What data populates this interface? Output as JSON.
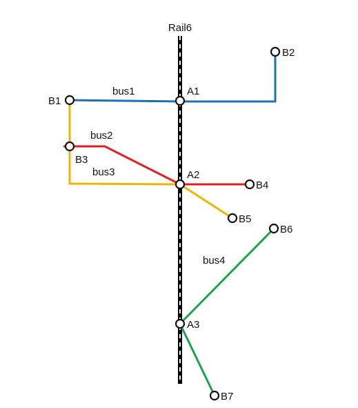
{
  "rail": {
    "label": "Rail6",
    "colors": {
      "primary": "#000000",
      "secondary": "#ffffff"
    }
  },
  "stations": {
    "A1": "A1",
    "A2": "A2",
    "A3": "A3",
    "B1": "B1",
    "B2": "B2",
    "B3": "B3",
    "B4": "B4",
    "B5": "B5",
    "B6": "B6",
    "B7": "B7"
  },
  "buses": [
    {
      "label": "bus1",
      "color": "#1f6fb5"
    },
    {
      "label": "bus2",
      "color": "#e41e1e"
    },
    {
      "label": "bus3",
      "color": "#f2b400"
    },
    {
      "label": "bus4",
      "color": "#1aa34a"
    }
  ]
}
